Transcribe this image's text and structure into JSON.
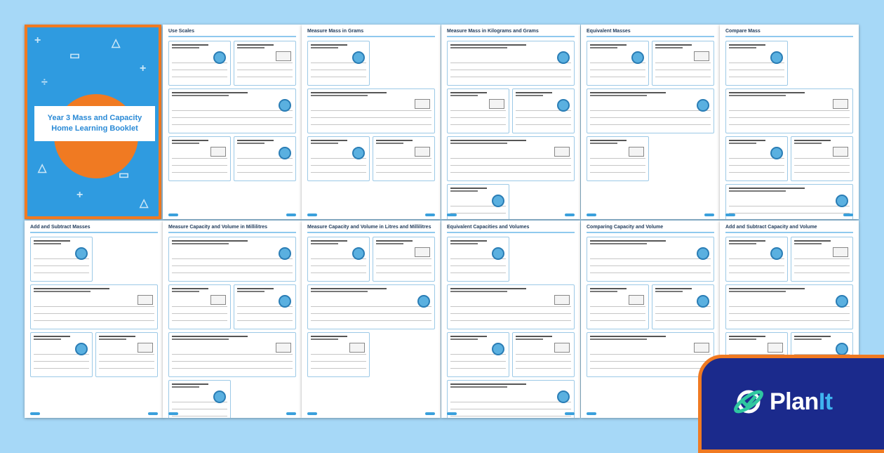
{
  "cover": {
    "title": "Year 3 Mass and Capacity Home Learning Booklet",
    "colors": {
      "background": "#2f9be0",
      "accent": "#f07a22"
    }
  },
  "pages_top": [
    {
      "title": "Use Scales"
    },
    {
      "title": "Measure Mass in Grams"
    },
    {
      "title": "Measure Mass in Kilograms and Grams"
    },
    {
      "title": "Equivalent Masses"
    },
    {
      "title": "Compare Mass"
    }
  ],
  "pages_bottom": [
    {
      "title": "Add and Subtract Masses"
    },
    {
      "title": "Measure Capacity and Volume in Millilitres"
    },
    {
      "title": "Measure Capacity and Volume in Litres and Millilitres"
    },
    {
      "title": "Equivalent Capacities and Volumes"
    },
    {
      "title": "Comparing Capacity and Volume"
    },
    {
      "title": "Add and Subtract Capacity and Volume"
    }
  ],
  "brand": {
    "name_main": "Plan",
    "name_accent": "It",
    "icon": "planet-check-icon",
    "colors": {
      "badge": "#1b2a8c",
      "border": "#f07a22",
      "accent": "#3fb4ef"
    }
  }
}
